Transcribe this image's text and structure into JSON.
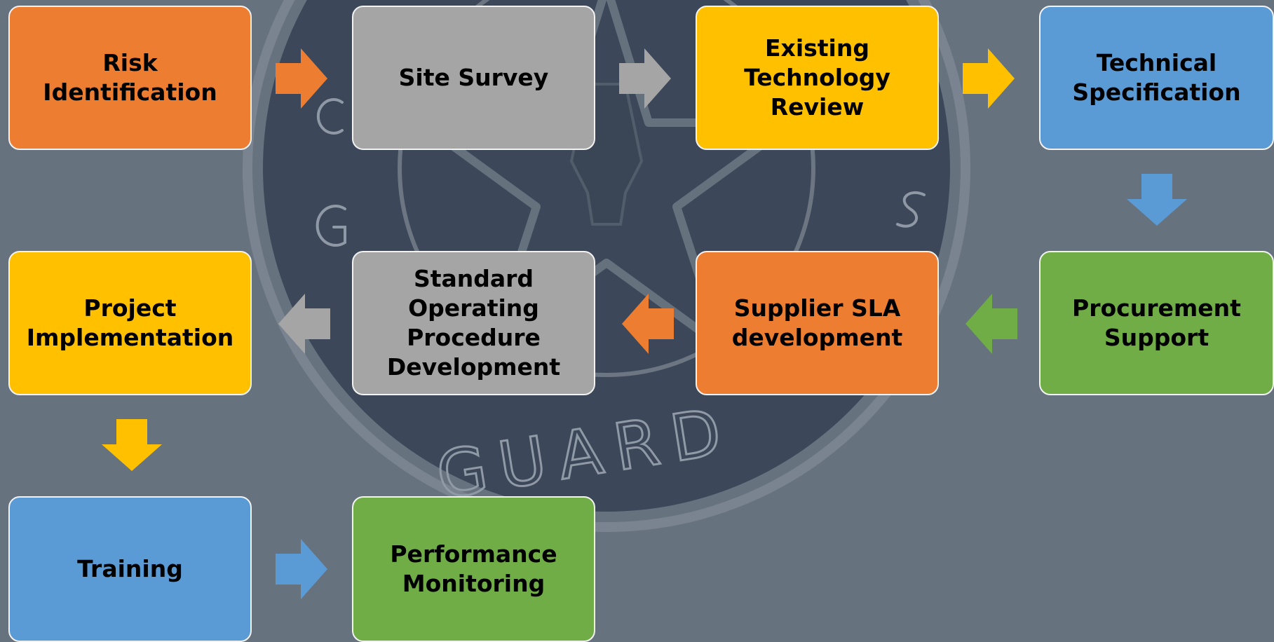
{
  "watermark": {
    "text": "GUARD",
    "fill_color": "#3c4859",
    "line_color": "#8a949f"
  },
  "steps": [
    {
      "label": "Risk Identification",
      "color": "#ed7d31"
    },
    {
      "label": "Site Survey",
      "color": "#a5a5a5"
    },
    {
      "label": "Existing\nTechnology\nReview",
      "color": "#ffc000"
    },
    {
      "label": "Technical\nSpecification",
      "color": "#5b9bd5"
    },
    {
      "label": "Procurement\nSupport",
      "color": "#70ad47"
    },
    {
      "label": "Supplier SLA\ndevelopment",
      "color": "#ed7d31"
    },
    {
      "label": "Standard\nOperating\nProcedure\nDevelopment",
      "color": "#a5a5a5"
    },
    {
      "label": "Project\nImplementation",
      "color": "#ffc000"
    },
    {
      "label": "Training",
      "color": "#5b9bd5"
    },
    {
      "label": "Performance\nMonitoring",
      "color": "#70ad47"
    }
  ],
  "arrows": [
    {
      "from": "Risk Identification",
      "to": "Site Survey",
      "direction": "right",
      "color": "#ed7d31"
    },
    {
      "from": "Site Survey",
      "to": "Existing Technology Review",
      "direction": "right",
      "color": "#a5a5a5"
    },
    {
      "from": "Existing Technology Review",
      "to": "Technical Specification",
      "direction": "right",
      "color": "#ffc000"
    },
    {
      "from": "Technical Specification",
      "to": "Procurement Support",
      "direction": "down",
      "color": "#5b9bd5"
    },
    {
      "from": "Procurement Support",
      "to": "Supplier SLA development",
      "direction": "left",
      "color": "#70ad47"
    },
    {
      "from": "Supplier SLA development",
      "to": "Standard Operating Procedure Development",
      "direction": "left",
      "color": "#ed7d31"
    },
    {
      "from": "Standard Operating Procedure Development",
      "to": "Project Implementation",
      "direction": "left",
      "color": "#a5a5a5"
    },
    {
      "from": "Project Implementation",
      "to": "Training",
      "direction": "down",
      "color": "#ffc000"
    },
    {
      "from": "Training",
      "to": "Performance Monitoring",
      "direction": "right",
      "color": "#5b9bd5"
    }
  ]
}
